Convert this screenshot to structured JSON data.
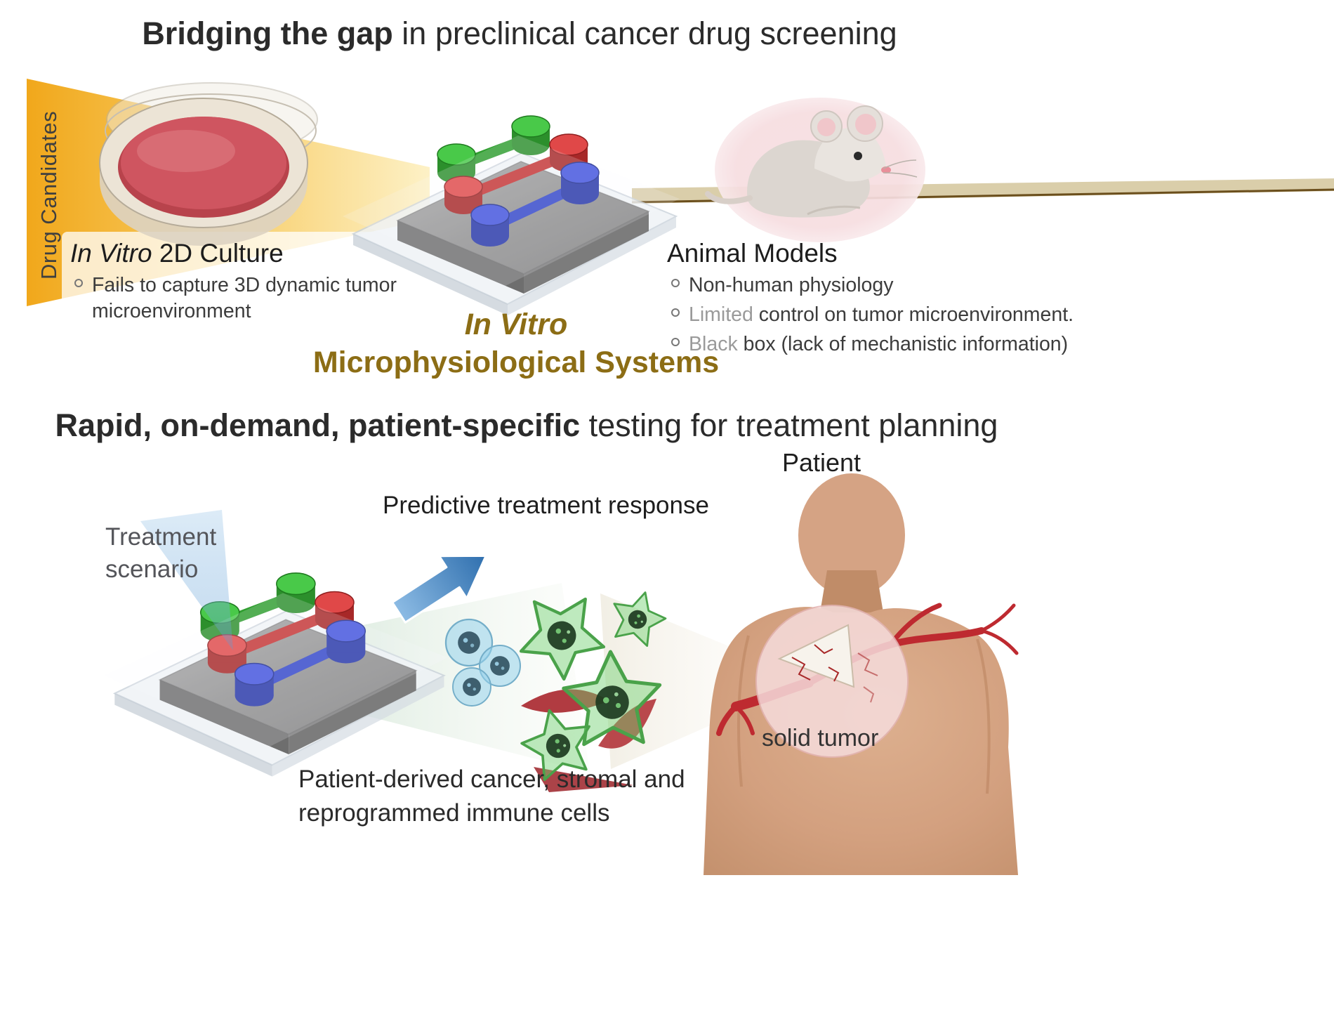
{
  "colors": {
    "accent_gold": "#8c6d15",
    "funnel_orange": "#f2a20c",
    "skin": "#d5a284",
    "vessel_red": "#be2a30",
    "chip_green": "#49c949",
    "chip_red": "#e04848",
    "chip_blue": "#4152dd",
    "arrow_blue": "#2f6fae",
    "text_dark": "#2b2b2b"
  },
  "top_section": {
    "title": {
      "bold": "Bridging the gap",
      "rest": " in preclinical cancer drug screening"
    },
    "funnel_label": "Drug Candidates",
    "in_vitro_2d": {
      "title_italic": "In Vitro",
      "title_rest": " 2D Culture",
      "bullet": "Fails to capture 3D dynamic tumor microenvironment"
    },
    "animal_models": {
      "title": "Animal Models",
      "bullets": [
        {
          "lead": "",
          "rest": "Non-human physiology"
        },
        {
          "lead": "Limited",
          "rest": " control on tumor microenvironment."
        },
        {
          "lead": "Black",
          "rest": " box (lack of mechanistic information)"
        }
      ]
    },
    "mps": {
      "line1": "In Vitro",
      "line2": "Microphysiological Systems"
    }
  },
  "bottom_section": {
    "title": {
      "bold": "Rapid, on-demand, patient-specific",
      "rest": " testing for treatment planning"
    },
    "patient_label": "Patient",
    "predictive_label": "Predictive treatment response",
    "treatment_scenario": {
      "line1": "Treatment",
      "line2": "scenario"
    },
    "solid_tumor_label": "solid tumor",
    "cells_caption": {
      "line1": "Patient-derived cancer, stromal and",
      "line2": "reprogrammed immune cells"
    }
  }
}
